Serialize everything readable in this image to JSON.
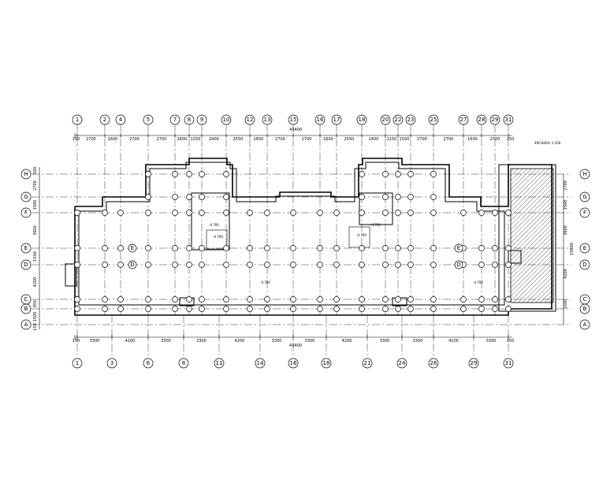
{
  "top_axis_labels": [
    "1",
    "2",
    "4",
    "5",
    "7",
    "8",
    "9",
    "10",
    "12",
    "13",
    "15",
    "16",
    "17",
    "18",
    "20",
    "22",
    "23",
    "25",
    "27",
    "28",
    "29",
    "31"
  ],
  "bottom_axis_labels": [
    "1",
    "3",
    "6",
    "8",
    "11",
    "14",
    "16",
    "18",
    "21",
    "24",
    "26",
    "29",
    "31"
  ],
  "left_row_labels": [
    "H",
    "G",
    "F",
    "E",
    "D",
    "C",
    "B",
    "A"
  ],
  "top_dims": [
    "150",
    "2700",
    "1600",
    "2700",
    "2700",
    "1600",
    "1150",
    "2400",
    "2550",
    "1600",
    "2700",
    "2700",
    "1600",
    "2550",
    "2400",
    "1150",
    "1500",
    "2700",
    "2700",
    "1600",
    "2700",
    "150"
  ],
  "top_total": "43400",
  "bottom_dims": [
    "150",
    "3300",
    "4200",
    "3300",
    "3300",
    "4200",
    "3300",
    "3300",
    "4200",
    "3300",
    "3300",
    "4200",
    "3300",
    "150"
  ],
  "bottom_total": "43400",
  "left_dims": [
    "500",
    "2700",
    "1500",
    "3600",
    "1500",
    "4200",
    "300",
    "1500",
    "150"
  ],
  "right_dims": [
    "2700",
    "1500",
    "3600",
    "4200",
    "1500",
    "15800"
  ],
  "roof_note": "490.800m 1:100",
  "elevation_marks": [
    "-4.700",
    "-4.700",
    "-4.700",
    "-4.700",
    "-4.700",
    "-4.700"
  ],
  "colors": {
    "line": "#000000",
    "background": "#ffffff",
    "hatch": "#000000"
  }
}
